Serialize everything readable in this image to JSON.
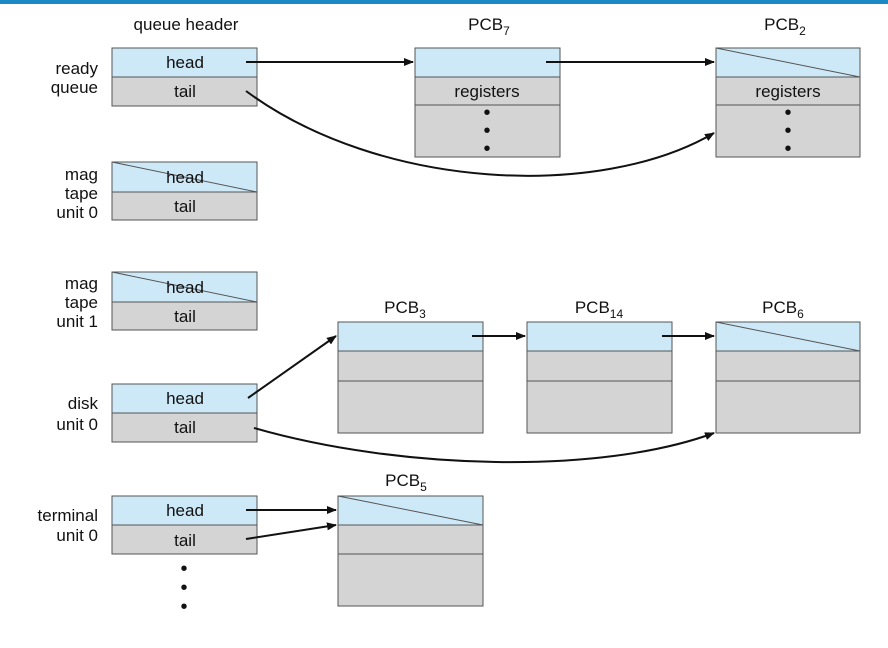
{
  "colors": {
    "head_fill": "#cde9f8",
    "body_fill": "#d4d4d4",
    "border": "#555555",
    "top_bar": "#1a89c6"
  },
  "header_label": "queue header",
  "ellipsis": "•",
  "queues": [
    {
      "label": [
        "ready",
        "queue"
      ],
      "head": "head",
      "tail": "tail"
    },
    {
      "label": [
        "mag",
        "tape",
        "unit 0"
      ],
      "head": "head",
      "tail": "tail"
    },
    {
      "label": [
        "mag",
        "tape",
        "unit 1"
      ],
      "head": "head",
      "tail": "tail"
    },
    {
      "label": [
        "disk",
        "unit 0"
      ],
      "head": "head",
      "tail": "tail"
    },
    {
      "label": [
        "terminal",
        "unit 0"
      ],
      "head": "head",
      "tail": "tail"
    }
  ],
  "pcbs": [
    {
      "name": "PCB",
      "sub": "7",
      "field": "registers"
    },
    {
      "name": "PCB",
      "sub": "2",
      "field": "registers"
    },
    {
      "name": "PCB",
      "sub": "3",
      "field": ""
    },
    {
      "name": "PCB",
      "sub": "14",
      "field": ""
    },
    {
      "name": "PCB",
      "sub": "6",
      "field": ""
    },
    {
      "name": "PCB",
      "sub": "5",
      "field": ""
    }
  ]
}
